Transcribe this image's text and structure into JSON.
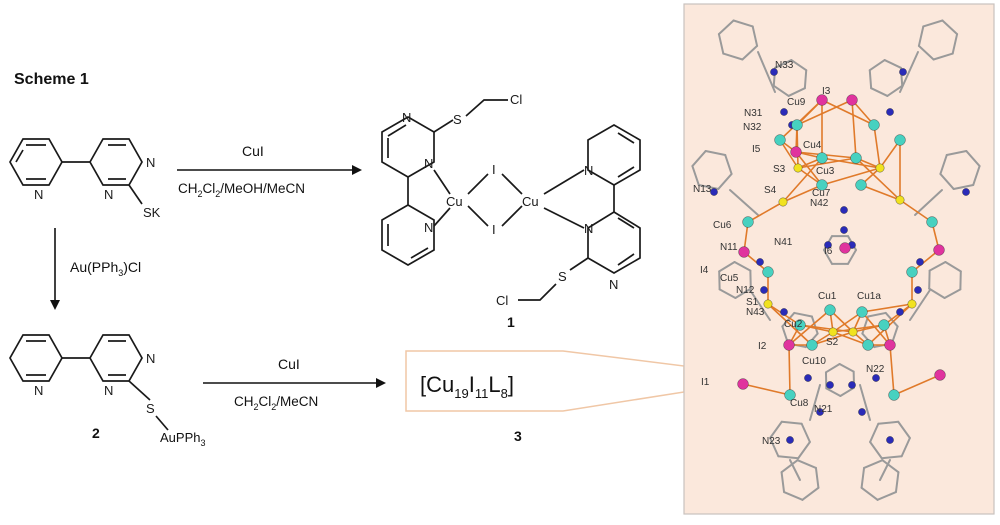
{
  "scheme_title": "Scheme 1",
  "colors": {
    "panel": "#fbe8dc",
    "panel_border": "#c9c2bd",
    "callout": "#f0c7a6",
    "copper": "#47d1c0",
    "iodine": "#e0339e",
    "nitrogen": "#2a2bb8",
    "sulfur": "#f1e21f",
    "carbon_bond": "#9a9a9a",
    "cu_bond": "#e07a2a"
  },
  "reactions": {
    "r1_reagent": "CuI",
    "r1_solvent": "CH2Cl2/MeOH/MeCN",
    "r2_reagent": "Au(PPh3)Cl",
    "r3_reagent": "CuI",
    "r3_solvent": "CH2Cl2/MeCN"
  },
  "compounds": {
    "c1_label": "1",
    "c2_label": "2",
    "c3_label": "3",
    "c3_formula": "[Cu19I11L8]"
  },
  "atoms": {
    "N": "N",
    "S": "S",
    "Cl": "Cl",
    "Cu": "Cu",
    "I": "I",
    "SK": "SK",
    "AuPPh3": "AuPPh3"
  },
  "crystal_labels": [
    "N33",
    "I3",
    "Cu9",
    "N31",
    "N32",
    "I5",
    "Cu4",
    "S3",
    "Cu3",
    "N13",
    "S4",
    "Cu7",
    "N42",
    "Cu6",
    "N11",
    "N41",
    "I6",
    "I4",
    "Cu5",
    "N12",
    "S1",
    "N43",
    "Cu1",
    "Cu1a",
    "Cu2",
    "S2",
    "I2",
    "Cu10",
    "N22",
    "I1",
    "Cu8",
    "N21",
    "N23"
  ]
}
